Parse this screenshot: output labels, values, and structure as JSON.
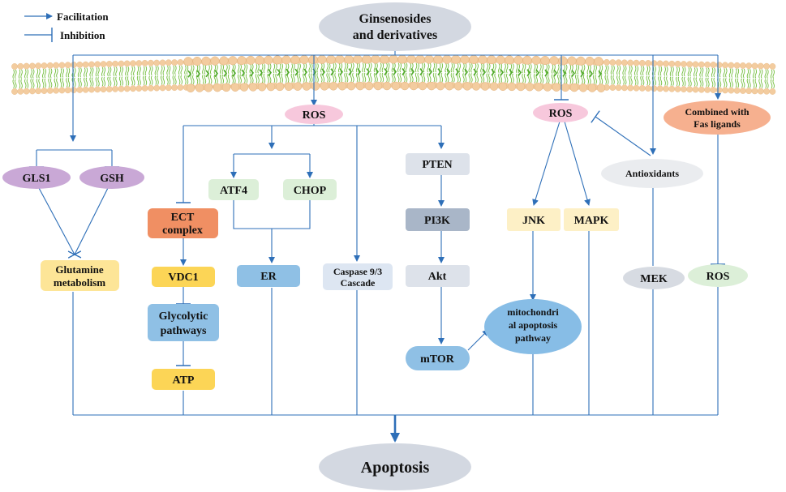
{
  "legend": {
    "facilitation": "Facilitation",
    "inhibition": "Inhibition"
  },
  "nodes": {
    "ginsenosides": {
      "line1": "Ginsenosides",
      "line2": "and derivatives"
    },
    "ros_center": "ROS",
    "ros_right": "ROS",
    "fas": {
      "line1": "Combined with",
      "line2": "Fas ligands"
    },
    "gls1": "GLS1",
    "gsh": "GSH",
    "glutamine": {
      "line1": "Glutamine",
      "line2": "metabolism"
    },
    "ect": {
      "line1": "ECT",
      "line2": "complex"
    },
    "vdc1": "VDC1",
    "glycolytic": {
      "line1": "Glycolytic",
      "line2": "pathways"
    },
    "atp": "ATP",
    "atf4": "ATF4",
    "chop": "CHOP",
    "er": "ER",
    "caspase": {
      "line1": "Caspase 9/3",
      "line2": "Cascade"
    },
    "pten": "PTEN",
    "pi3k": "PI3K",
    "akt": "Akt",
    "mtor": "mTOR",
    "jnk": "JNK",
    "mapk": "MAPK",
    "mito": {
      "line1": "mitochondri",
      "line2": "al apoptosis",
      "line3": "pathway"
    },
    "antioxidants": "Antioxidants",
    "mek": "MEK",
    "ros_bottom": "ROS",
    "apoptosis": "Apoptosis"
  },
  "colors": {
    "line": "#2e6fb8",
    "ros_pink": "#f7c8dc",
    "fas_orange": "#f6b08f",
    "purple": "#c9a8d6",
    "yellow": "#fde597",
    "ect_orange": "#f08f63",
    "blue_box": "#8fc0e5",
    "atp_yellow": "#fcd556",
    "green": "#dcefd8",
    "light_gray": "#dde2ea",
    "pi3k_gray": "#a9b6c8",
    "jnk_yellow": "#fdf0c6",
    "ellipse_gray": "#d7dbe2",
    "mito_blue": "#87bde6",
    "membrane_head": "#f3cc9f",
    "membrane_tail": "#72bd3c"
  }
}
